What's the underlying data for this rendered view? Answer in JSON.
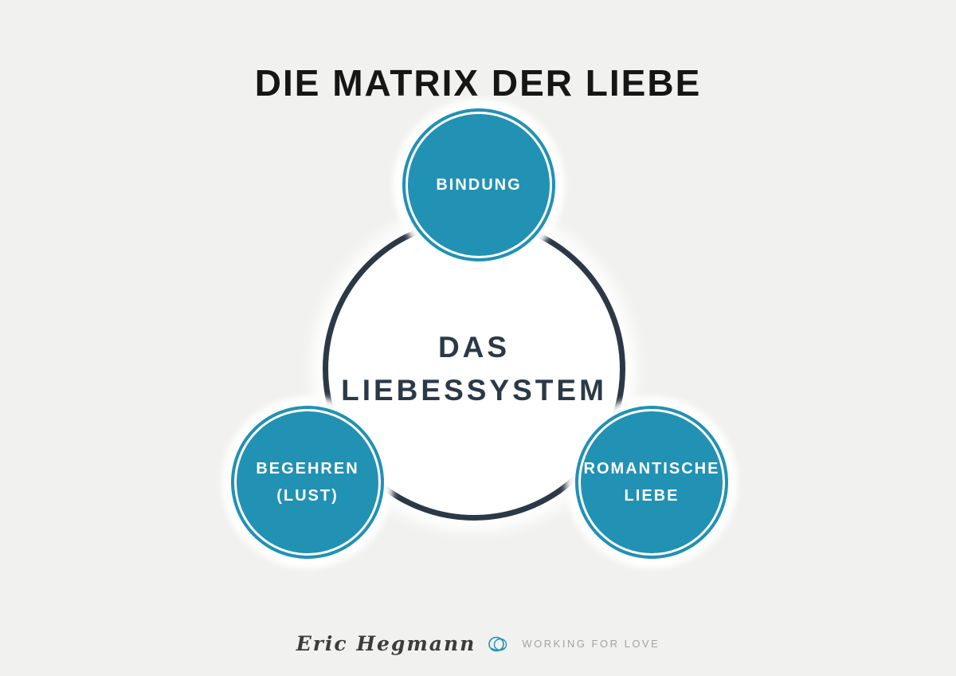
{
  "title": "DIE MATRIX DER LIEBE",
  "diagram": {
    "center": {
      "line1": "DAS",
      "line2": "LIEBESSYSTEM"
    },
    "nodes": {
      "bindung": {
        "label": "BINDUNG"
      },
      "begehren": {
        "line1": "BEGEHREN",
        "line2": "(LUST)"
      },
      "romantische": {
        "line1": "ROMANTISCHE",
        "line2": "LIEBE"
      }
    }
  },
  "footer": {
    "signature": "Eric Hegmann",
    "brand": "WORKING FOR LOVE"
  },
  "colors": {
    "teal": "#2191b4",
    "navy": "#2b3947",
    "background": "#f1f1ef",
    "title_text": "#161616"
  }
}
